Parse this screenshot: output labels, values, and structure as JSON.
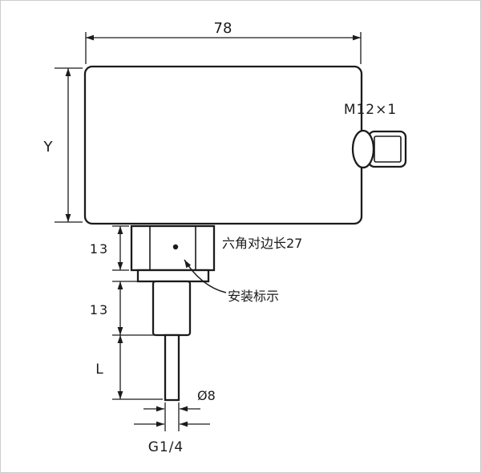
{
  "figure": {
    "type": "technical-dimension-drawing",
    "description": "Outline drawing of a pressure switch with side electrical connector, hex nut and threaded probe"
  },
  "labels": {
    "body_width": "78",
    "body_height": "Y",
    "connector_thread": "M12×1",
    "hex_height": "13",
    "hex_across_flats_note": "六角对边长27",
    "install_mark_note": "安装标示",
    "thread_section_height": "13",
    "probe_length": "L",
    "probe_diameter": "Ø8",
    "process_connection": "G1/4"
  },
  "colors": {
    "line": "#1b1b1b",
    "background": "#ffffff"
  }
}
